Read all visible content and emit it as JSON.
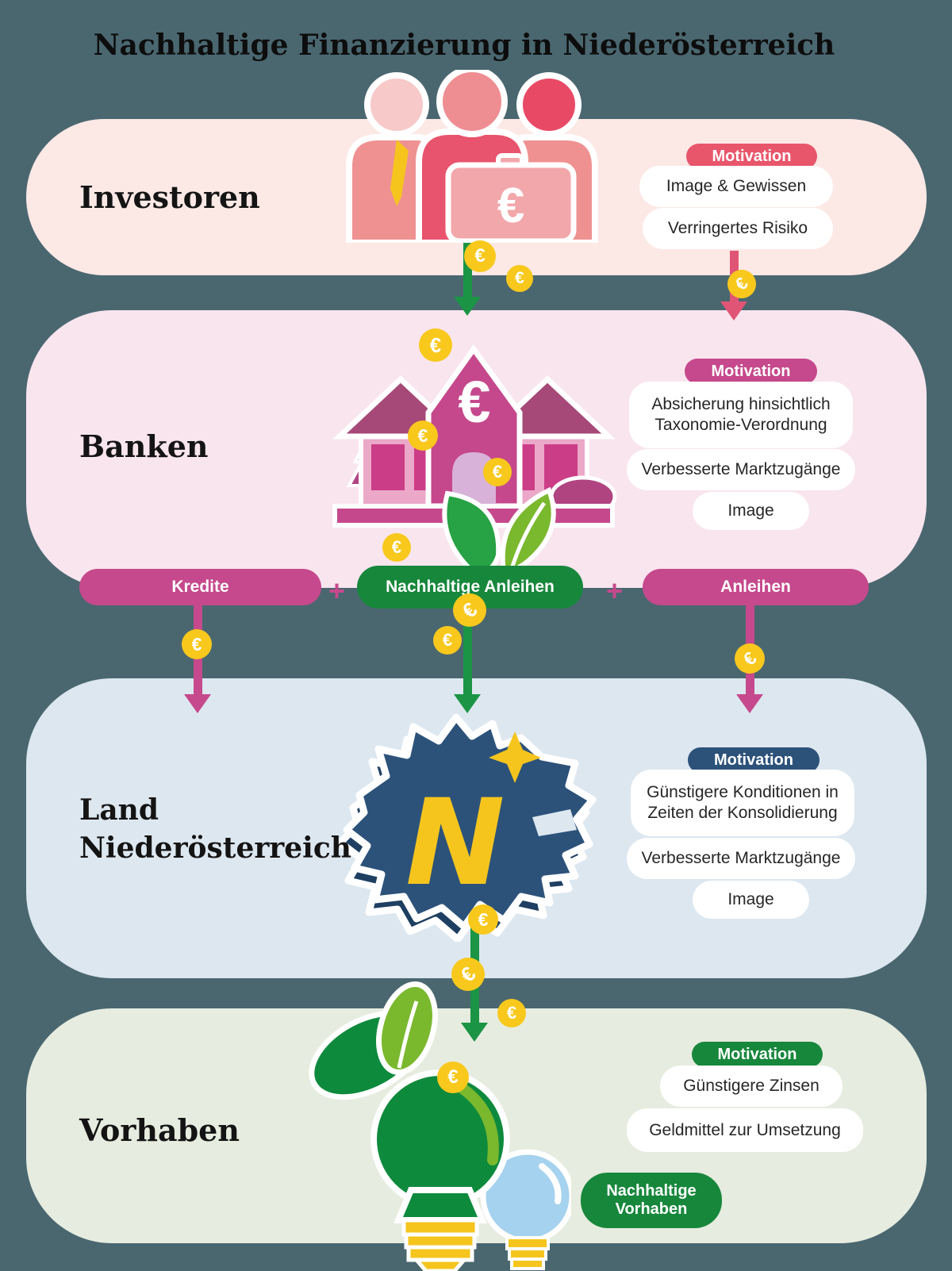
{
  "title": "Nachhaltige Finanzierung in Niederösterreich",
  "icons": {
    "euro": "€",
    "map_letter": "N",
    "plus": "+"
  },
  "colors": {
    "background": "#4a6770",
    "investoren_band": "#fce8e5",
    "banken_band": "#f9e5ee",
    "land_band": "#dde7f0",
    "vorhaben_band": "#e6ecdf",
    "investoren_accent": "#e8566b",
    "banken_accent": "#c5498c",
    "land_accent": "#2c527a",
    "vorhaben_accent": "#17873c",
    "coin_yellow": "#f8c81c",
    "arrow_green": "#1b9445",
    "arrow_rose": "#e05575",
    "logo_yellow": "#f5c51e"
  },
  "bands": [
    {
      "label": "Investoren",
      "motivation": {
        "label": "Motivation",
        "items": [
          "Image & Gewissen",
          "Verringertes Risiko"
        ]
      }
    },
    {
      "label": "Banken",
      "motivation": {
        "label": "Motivation",
        "items": [
          "Absicherung hinsichtlich Taxonomie-Verordnung",
          "Verbesserte Marktzugänge",
          "Image"
        ]
      }
    },
    {
      "label": "Land Niederösterreich",
      "motivation": {
        "label": "Motivation",
        "items": [
          "Günstigere Konditionen in Zeiten der Konsolidierung",
          "Verbesserte Marktzugänge",
          "Image"
        ]
      }
    },
    {
      "label": "Vorhaben",
      "motivation": {
        "label": "Motivation",
        "items": [
          "Günstigere Zinsen",
          "Geldmittel zur Umsetzung"
        ]
      }
    }
  ],
  "flows": {
    "kredite": "Kredite",
    "nachhaltige_anleihen": "Nachhaltige Anleihen",
    "anleihen": "Anleihen",
    "nachhaltige_vorhaben": "Nachhaltige Vorhaben"
  }
}
